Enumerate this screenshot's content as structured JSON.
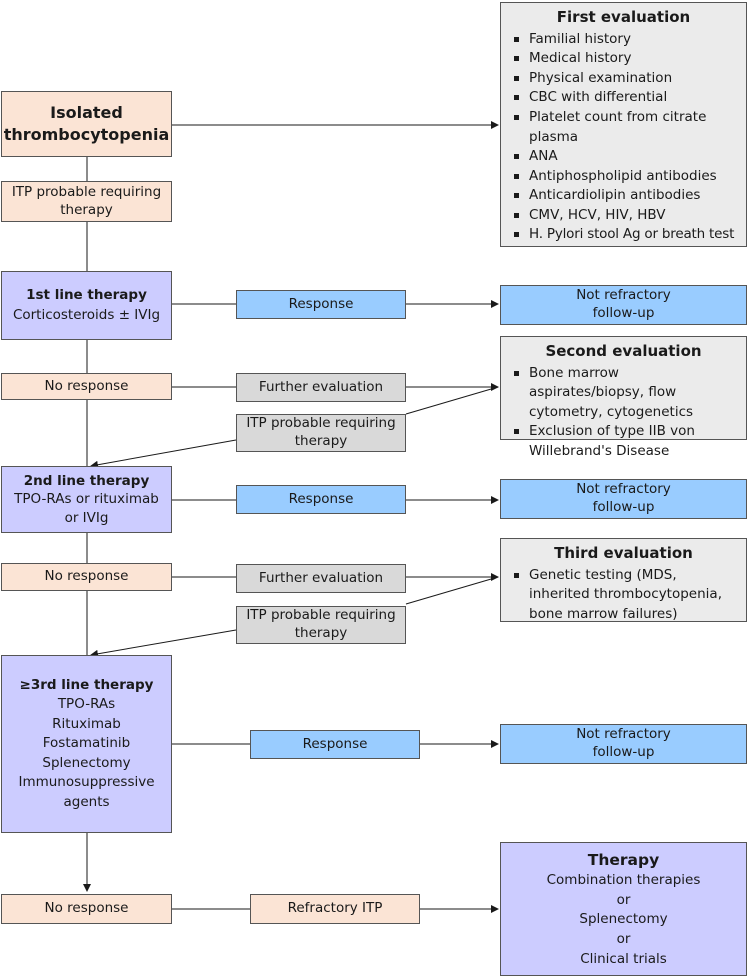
{
  "isolated": "Isolated thrombocytopenia",
  "itp_probable_requiring_therapy": "ITP probable requiring therapy",
  "first_line": {
    "title": "1st line therapy",
    "detail": "Corticosteroids ± IVIg"
  },
  "second_line": {
    "title": "2nd line therapy",
    "detail": "TPO-RAs or rituximab or IVIg"
  },
  "third_line": {
    "title": "≥3rd line therapy",
    "items": [
      "TPO-RAs",
      "Rituximab",
      "Fostamatinib",
      "Splenectomy",
      "Immunosuppressive agents"
    ]
  },
  "no_response": "No response",
  "response": "Response",
  "further_evaluation": "Further evaluation",
  "not_refractory": "Not refractory follow-up",
  "refractory_itp": "Refractory ITP",
  "first_evaluation": {
    "title": "First evaluation",
    "items": [
      "Familial history",
      "Medical history",
      "Physical examination",
      "CBC with differential",
      "Platelet count from citrate plasma",
      "ANA",
      "Antiphospholipid antibodies",
      "Anticardiolipin antibodies",
      "CMV, HCV, HIV, HBV",
      "H. Pylori stool Ag or breath test"
    ]
  },
  "second_evaluation": {
    "title": "Second evaluation",
    "items": [
      "Bone marrow aspirates/biopsy, flow cytometry, cytogenetics",
      "Exclusion of type IIB von Willebrand's Disease"
    ]
  },
  "third_evaluation": {
    "title": "Third evaluation",
    "items": [
      "Genetic testing (MDS, inherited thrombocytopenia, bone marrow failures)"
    ]
  },
  "therapy": {
    "title": "Therapy",
    "lines": [
      "Combination therapies",
      "or",
      "Splenectomy",
      "or",
      "Clinical trials"
    ]
  },
  "colors": {
    "peach": "#fbe4d5",
    "purple": "#ccccff",
    "blue": "#99ccff",
    "grey": "#d9d9d9",
    "light_grey": "#ebebeb"
  }
}
